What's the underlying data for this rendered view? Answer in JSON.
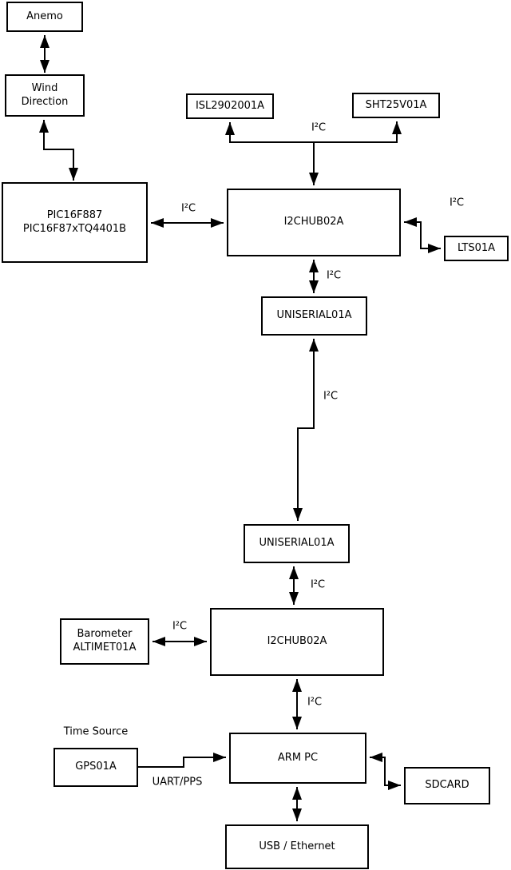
{
  "nodes": {
    "anemo": "Anemo",
    "wind_direction": "Wind\nDirection",
    "pic": "PIC16F887\nPIC16F87xTQ4401B",
    "isl": "ISL2902001A",
    "sht": "SHT25V01A",
    "i2chub_top": "I2CHUB02A",
    "lts": "LTS01A",
    "uniserial_top": "UNISERIAL01A",
    "uniserial_bottom": "UNISERIAL01A",
    "i2chub_bottom": "I2CHUB02A",
    "barometer": "Barometer\nALTIMET01A",
    "arm_pc": "ARM PC",
    "gps": "GPS01A",
    "sdcard": "SDCARD",
    "usb_ethernet": "USB / Ethernet"
  },
  "labels": {
    "bus_pic_hub1": "I²C",
    "bus_isl_sht": "I²C",
    "bus_hub1_lts": "I²C",
    "bus_hub1_uniserial1": "I²C",
    "bus_uniserial_link": "I²C",
    "bus_uniserial2_hub2": "I²C",
    "bus_barometer_hub2": "I²C",
    "bus_hub2_armpc": "I²C",
    "time_source": "Time Source",
    "uart_pps": "UART/PPS"
  },
  "colors": {
    "line": "#000000",
    "background": "#ffffff",
    "text": "#000000"
  }
}
